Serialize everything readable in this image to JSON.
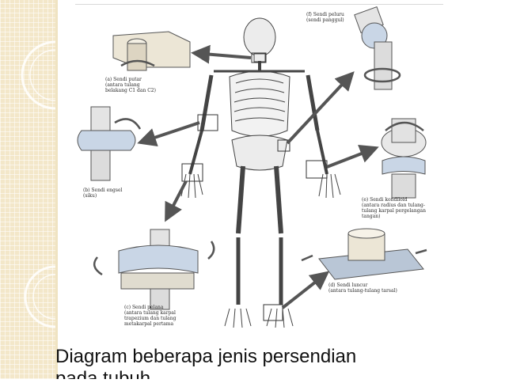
{
  "labels": {
    "a": "(a) Sendi putar\n(antara tulang\nbelakang C1 dan C2)",
    "b": "(b) Sendi engsel\n(siku)",
    "c": "(c) Sendi pelana\n(antara tulang karpal\ntrapezium dan tulang\nmetakarpal pertama",
    "d": "(d) Sendi luncur\n(antara tulang-tulang tarsal)",
    "e": "(e) Sendi kondiloid\n(antara radius dan tulang-\ntulang karpal pergelangan\ntangan)",
    "f": "(f) Sendi peluru\n(sendi panggul)"
  },
  "caption": {
    "line1": "Diagram beberapa jenis persendian",
    "line2": "pada tubuh"
  },
  "colors": {
    "bone": "#e6e6e6",
    "bone_stroke": "#444444",
    "joint_blue": "#b8c8dc",
    "arrow": "#555555",
    "sidebar": "#f3e7c9"
  }
}
